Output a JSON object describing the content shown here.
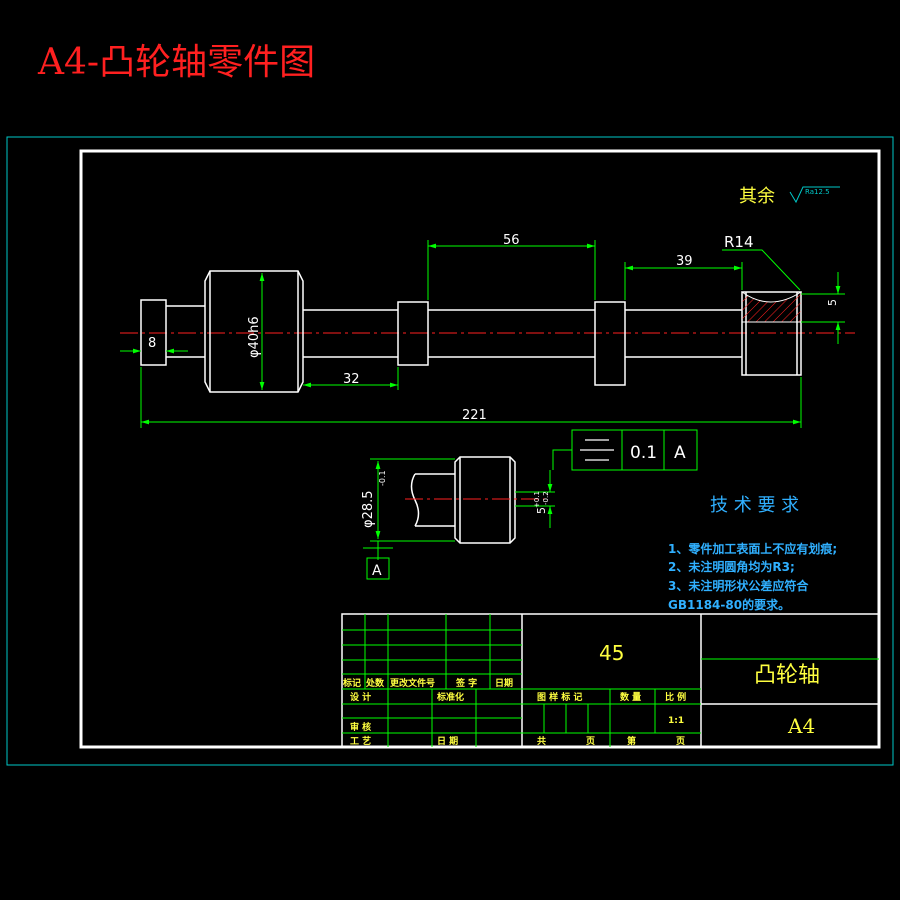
{
  "page_title": "A4-凸轮轴零件图",
  "roughness": {
    "label": "其余",
    "symbol_value": "Ra12.5"
  },
  "dimensions": {
    "d8": "8",
    "d56": "56",
    "d39": "39",
    "d32": "32",
    "d221": "221",
    "d5": "5",
    "diam40": "φ40h6",
    "r14": "R14",
    "diam28": "φ28.5",
    "diam28_tol": "-0.1",
    "d5_2": "5",
    "tol_a": "+0.1",
    "tol_b": "-0.2"
  },
  "datum_label": "A",
  "tolerance_frame": {
    "symbol": "symmetry",
    "value": "0.1",
    "datum": "A"
  },
  "tech_requirements": {
    "heading": "技 术 要 求",
    "items": [
      "1、零件加工表面上不应有划痕;",
      "2、未注明圆角均为R3;",
      "3、未注明形状公差应符合",
      "GB1184-80的要求。"
    ]
  },
  "title_block": {
    "material": "45",
    "part_name": "凸轮轴",
    "sheet_size": "A4",
    "labels": {
      "marker": "标记",
      "count": "处数",
      "change_doc": "更改文件号",
      "signature": "签 字",
      "date": "日期",
      "design": "设 计",
      "standardization": "标准化",
      "review": "审 核",
      "process": "工 艺",
      "date2": "日 期",
      "stage_mark": "图 样 标 记",
      "quantity": "数 量",
      "scale": "比 例",
      "scale_value": "1:1",
      "total": "共",
      "page": "页",
      "sheet_no": "第",
      "page2": "页"
    }
  },
  "colors": {
    "title": "#ff2020",
    "outline": "#ffffff",
    "dimension": "#00ff00",
    "centerline": "#ff2020",
    "cyan_frame": "#00c8c8",
    "text_cyan": "#30b0ff",
    "yellow": "#ffff40"
  }
}
